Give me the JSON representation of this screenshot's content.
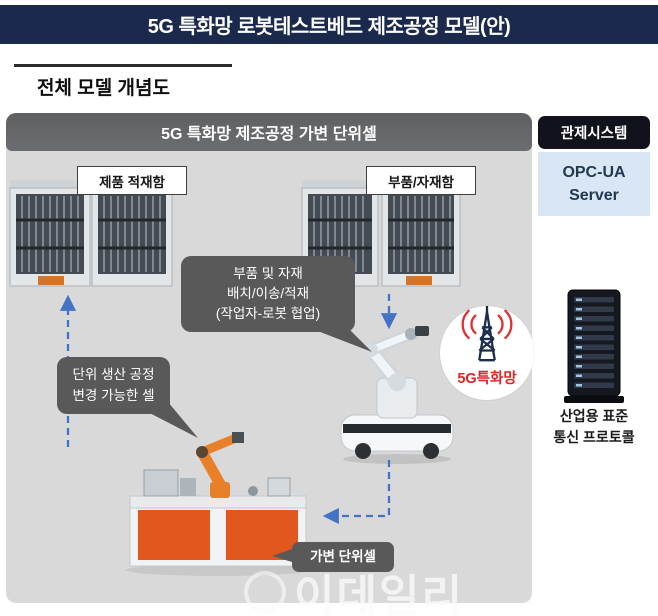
{
  "header": {
    "title": "5G 특화망 로봇테스트베드 제조공정 모델(안)"
  },
  "section": {
    "title": "전체 모델 개념도"
  },
  "main_panel": {
    "header": "5G 특화망 제조공정 가변 단위셀",
    "product_rack_label": "제품 적재함",
    "parts_rack_label": "부품/자재함",
    "speech_bubble": {
      "line1": "부품 및 자재",
      "line2": "배치/이송/적재",
      "line3": "(작업자-로봇 협업)"
    },
    "unit_process_note": {
      "line1": "단위 생산 공정",
      "line2": "변경 가능한 셀"
    },
    "variable_cell_label": "가변 단위셀",
    "network_badge": "5G특화망"
  },
  "control_panel": {
    "header": "관제시스템",
    "server": {
      "line1": "OPC-UA",
      "line2": "Server"
    },
    "protocol_note": {
      "line1": "산업용 표준",
      "line2": "통신 프로토콜"
    }
  },
  "watermark": "이데일리",
  "colors": {
    "banner_bg": "#1b2a4c",
    "panel_bg": "#d9d9d9",
    "panel_header_bg": "#646668",
    "bubble_bg": "#595959",
    "arrow_blue": "#4472c4",
    "accent_red": "#e03131",
    "opc_box_bg": "#d9e6f4",
    "control_header_bg": "#12121c",
    "cell_orange": "#e2571d"
  }
}
